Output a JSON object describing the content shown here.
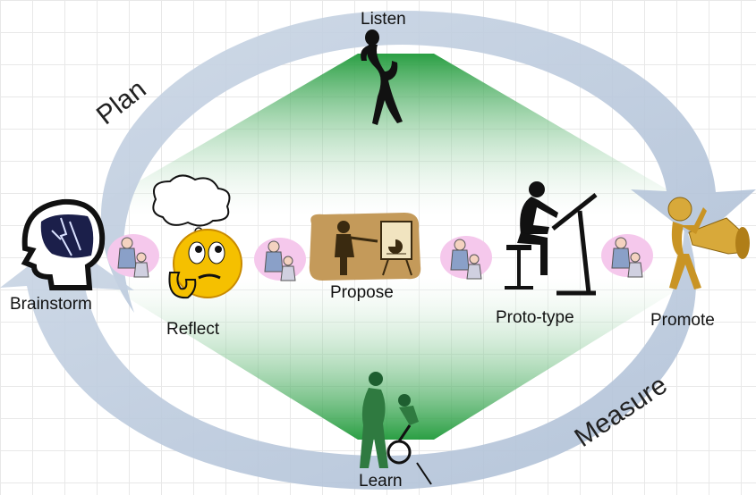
{
  "cycle": {
    "plan_label": "Plan",
    "measure_label": "Measure",
    "arrow_color": "#b9c8dc",
    "diamond_color": "#1f9a3a"
  },
  "stages": {
    "listen": "Listen",
    "brainstorm": "Brainstorm",
    "reflect": "Reflect",
    "propose": "Propose",
    "prototype": "Proto-type",
    "promote": "Promote",
    "learn": "Learn"
  },
  "icons": {
    "listen": "listening-person-icon",
    "brainstorm": "brain-lightning-head-icon",
    "reflect": "thinking-face-icon",
    "propose": "presenter-board-icon",
    "prototype": "drafting-person-icon",
    "promote": "megaphone-figure-icon",
    "learn": "parent-child-bike-icon",
    "connector": "caregivers-icon"
  }
}
